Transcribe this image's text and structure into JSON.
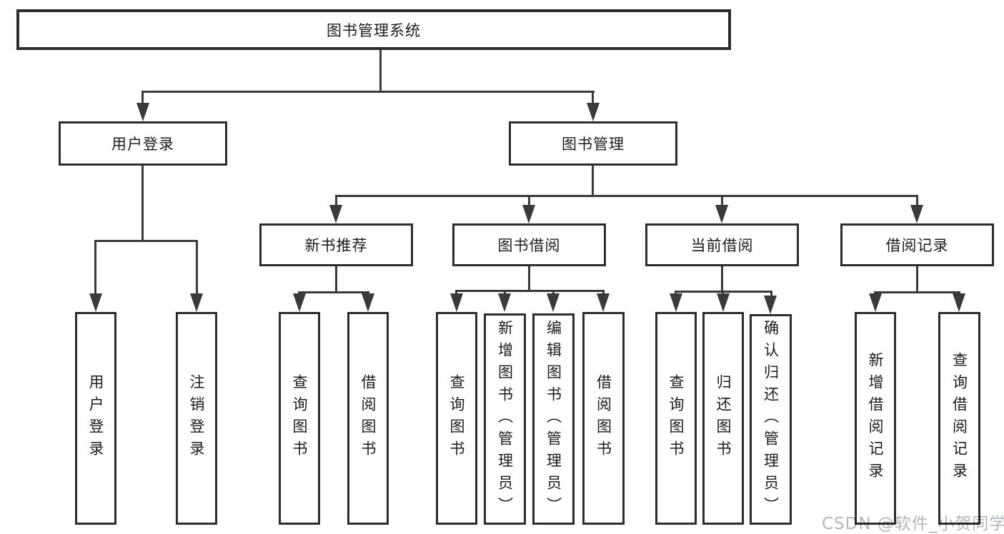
{
  "colors": {
    "background": "#ffffff",
    "box_border": "#2d2d2d",
    "connector_line": "#3a3a3a",
    "text": "#1c1c1c",
    "watermark_text": "#b2b7bc"
  },
  "watermark": {
    "text": "CSDN @软件_小贺同学"
  },
  "tree": {
    "root": "图书管理系统",
    "branches": [
      {
        "label": "用户登录",
        "children": [
          {
            "label": "用户登录"
          },
          {
            "label": "注销登录"
          }
        ]
      },
      {
        "label": "图书管理",
        "children": [
          {
            "label": "新书推荐",
            "children": [
              {
                "label": "查询图书"
              },
              {
                "label": "借阅图书"
              }
            ]
          },
          {
            "label": "图书借阅",
            "children": [
              {
                "label": "查询图书"
              },
              {
                "label": "新增图书（管理员）"
              },
              {
                "label": "编辑图书（管理员）"
              },
              {
                "label": "借阅图书"
              }
            ]
          },
          {
            "label": "当前借阅",
            "children": [
              {
                "label": "查询图书"
              },
              {
                "label": "归还图书"
              },
              {
                "label": "确认归还（管理员）"
              }
            ]
          },
          {
            "label": "借阅记录",
            "children": [
              {
                "label": "新增借阅记录"
              },
              {
                "label": "查询借阅记录"
              }
            ]
          }
        ]
      }
    ]
  }
}
